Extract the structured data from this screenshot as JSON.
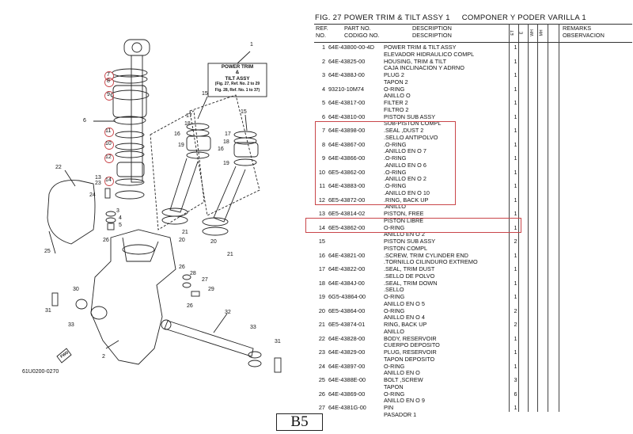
{
  "figure": {
    "title_en": "FIG.  27   POWER TRIM & TILT ASSY 1",
    "title_es": "COMPONER Y PODER VARILLA 1"
  },
  "table": {
    "headers": {
      "ref": "REF.",
      "no": "NO.",
      "part_no": "PART NO.",
      "codigo": "CODIGO NO.",
      "description": "DESCRIPTION",
      "descripcion": "DESCRIPTION",
      "qty_cols": [
        "ET",
        "E",
        "WH",
        "MH"
      ],
      "remarks": "REMARKS",
      "observacion": "OBSERVACION"
    },
    "rows": [
      {
        "ref": "1",
        "part": "64E-43800-00-4D",
        "desc": [
          "POWER TRIM & TILT ASSY",
          "ELEVADOR HIDRAULICO COMPL"
        ],
        "qty": "1"
      },
      {
        "ref": "2",
        "part": "64E-43825-00",
        "desc": [
          "HOUSING, TRIM & TILT",
          "CAJA INCLINACION Y ADRNO"
        ],
        "qty": "1"
      },
      {
        "ref": "3",
        "part": "64E-4388J-00",
        "desc": [
          "PLUG 2",
          "TAPON 2"
        ],
        "qty": "1"
      },
      {
        "ref": "4",
        "part": "93210-10M74",
        "desc": [
          "O-RING",
          "ANILLO O"
        ],
        "qty": "1"
      },
      {
        "ref": "5",
        "part": "64E-43817-00",
        "desc": [
          "FILTER 2",
          "FILTRO 2"
        ],
        "qty": "1"
      },
      {
        "ref": "6",
        "part": "64E-43810-00",
        "desc": [
          "PISTON SUB ASSY",
          "SUB-PISTON COMPL"
        ],
        "qty": "1"
      },
      {
        "ref": "7",
        "part": "64E-43898-00",
        "desc": [
          ".SEAL ,DUST 2",
          ".SELLO ANTIPOLVO"
        ],
        "qty": "1"
      },
      {
        "ref": "8",
        "part": "64E-43867-00",
        "desc": [
          ".O-RING",
          ".ANILLO EN O 7"
        ],
        "qty": "1"
      },
      {
        "ref": "9",
        "part": "64E-43866-00",
        "desc": [
          ".O-RING",
          ".ANILLO EN O 6"
        ],
        "qty": "1"
      },
      {
        "ref": "10",
        "part": "6E5-43862-00",
        "desc": [
          ".O-RING",
          ".ANILLO EN O 2"
        ],
        "qty": "1"
      },
      {
        "ref": "11",
        "part": "64E-43883-00",
        "desc": [
          ".O-RING",
          ".ANILLO EN O 10"
        ],
        "qty": "1"
      },
      {
        "ref": "12",
        "part": "6E5-43872-00",
        "desc": [
          ".RING, BACK UP",
          ".ANILLO"
        ],
        "qty": "1"
      },
      {
        "ref": "13",
        "part": "6E5-43814-02",
        "desc": [
          "PISTON, FREE",
          "PISTON LIBRE"
        ],
        "qty": "1"
      },
      {
        "ref": "14",
        "part": "6E5-43862-00",
        "desc": [
          "O-RING",
          "ANILLO EN O 2"
        ],
        "qty": "1"
      },
      {
        "ref": "15",
        "part": "",
        "desc": [
          "PISTON SUB ASSY",
          "PISTON COMPL"
        ],
        "qty": "2"
      },
      {
        "ref": "16",
        "part": "64E-43821-00",
        "desc": [
          ".SCREW, TRIM CYLINDER END",
          ".TORNILLO CILINDURO EXTREMO"
        ],
        "qty": "1"
      },
      {
        "ref": "17",
        "part": "64E-43822-00",
        "desc": [
          ".SEAL, TRIM DUST",
          ".SELLO DE POLVO"
        ],
        "qty": "1"
      },
      {
        "ref": "18",
        "part": "64E-4384J-00",
        "desc": [
          ".SEAL, TRIM DOWN",
          ".SELLO"
        ],
        "qty": "1"
      },
      {
        "ref": "19",
        "part": "6G5-43864-00",
        "desc": [
          "O-RING",
          "ANILLO EN O 5"
        ],
        "qty": "1"
      },
      {
        "ref": "20",
        "part": "6E5-43864-00",
        "desc": [
          "O-RING",
          "ANILLO EN O 4"
        ],
        "qty": "2"
      },
      {
        "ref": "21",
        "part": "6E5-43874-01",
        "desc": [
          "RING, BACK UP",
          "ANILLO"
        ],
        "qty": "2"
      },
      {
        "ref": "22",
        "part": "64E-43828-00",
        "desc": [
          "BODY, RESERVOIR",
          "CUERPO DEPOSITO"
        ],
        "qty": "1"
      },
      {
        "ref": "23",
        "part": "64E-43829-00",
        "desc": [
          "PLUG, RESERVOIR",
          "TAPON DEPOSITO"
        ],
        "qty": "1"
      },
      {
        "ref": "24",
        "part": "64E-43897-00",
        "desc": [
          "O-RING",
          "ANILLO EN O"
        ],
        "qty": "1"
      },
      {
        "ref": "25",
        "part": "64E-4388E-00",
        "desc": [
          "BOLT ,SCREW",
          "TAPON"
        ],
        "qty": "3"
      },
      {
        "ref": "26",
        "part": "64E-43869-00",
        "desc": [
          "O-RING",
          "ANILLO EN O 9"
        ],
        "qty": "6"
      },
      {
        "ref": "27",
        "part": "64E-4381G-00",
        "desc": [
          "PIN",
          "PASADOR 1"
        ],
        "qty": "1"
      }
    ]
  },
  "diagram": {
    "label_box": [
      "POWER TRIM",
      "&",
      "TILT ASSY",
      "(Fig. 27, Ref. No. 2 to 29",
      "Fig. 28, Ref. No. 1 to 37)"
    ],
    "drawing_code": "61U0200-0270",
    "fwd": "FWD",
    "callouts": [
      "1",
      "2",
      "3",
      "4",
      "5",
      "6",
      "7",
      "8",
      "9",
      "10",
      "11",
      "12",
      "13",
      "14",
      "15",
      "15",
      "16",
      "16",
      "17",
      "17",
      "18",
      "18",
      "19",
      "19",
      "20",
      "20",
      "21",
      "21",
      "22",
      "23",
      "24",
      "25",
      "26",
      "26",
      "26",
      "27",
      "28",
      "29",
      "30",
      "31",
      "31",
      "32",
      "33",
      "33"
    ]
  },
  "page_label": "B5",
  "highlight_color": "#c9464a"
}
